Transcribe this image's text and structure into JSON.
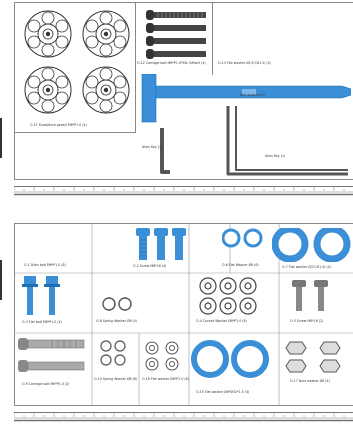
{
  "colors": {
    "accent": "#3a8fd6",
    "accent_dark": "#1f6fb5",
    "grey": "#8a8a8a",
    "line": "#555555"
  },
  "top_sheet": {
    "knob_label": "O-11 Knob(front pedal) M6*P1.0 (4)",
    "carriage_label": "O-12 Carriage bolt M6*P1.0*55L 9/6w/5 (4)",
    "flat_washer_label": "O-13 Flat washer Ø1/2\"(Ø1.5) (2)",
    "spanner_label": "Bolt Spanner(1)",
    "allen_key_1_label": "Allen Key (1)",
    "allen_key_2_label": "Allen Key (1)"
  },
  "bottom_sheet": {
    "cells": {
      "allen_bolt": "O-1 Allen bolt M6*P1.0 (8)",
      "screw_mid": "O-2 Screw M6*16 (4)",
      "flat_washer_small": "O-6 Flat Washer Ø6 (6)",
      "flat_washer_large": "O-7 Flat washer Ø/2\"(Ø1.5) (4)",
      "flanged_bolt": "O-3 Flat bolt M6*P1.0 (4)",
      "spring_washer": "O-8 Spring Washer Ø6 (4)",
      "curved_washer": "O-4 Curved Washer Ø6*P1.0 (6)",
      "screw_right": "O-5 Screw M6*16 (2)",
      "carriage_bolt": "O-9 Carriage bolt M6*P1.0 (2)",
      "spring_washer_2": "O-10 Spring Washer Ø8 (8)",
      "nylon_washer": "O-16 Flat washer Ø6*P1.0 (6)",
      "big_flat_washer": "O-15 Flat washer Ø6*Ø32*1.5 (4)",
      "nut": "O-17 Nuts washer Ø6 (4)"
    }
  }
}
